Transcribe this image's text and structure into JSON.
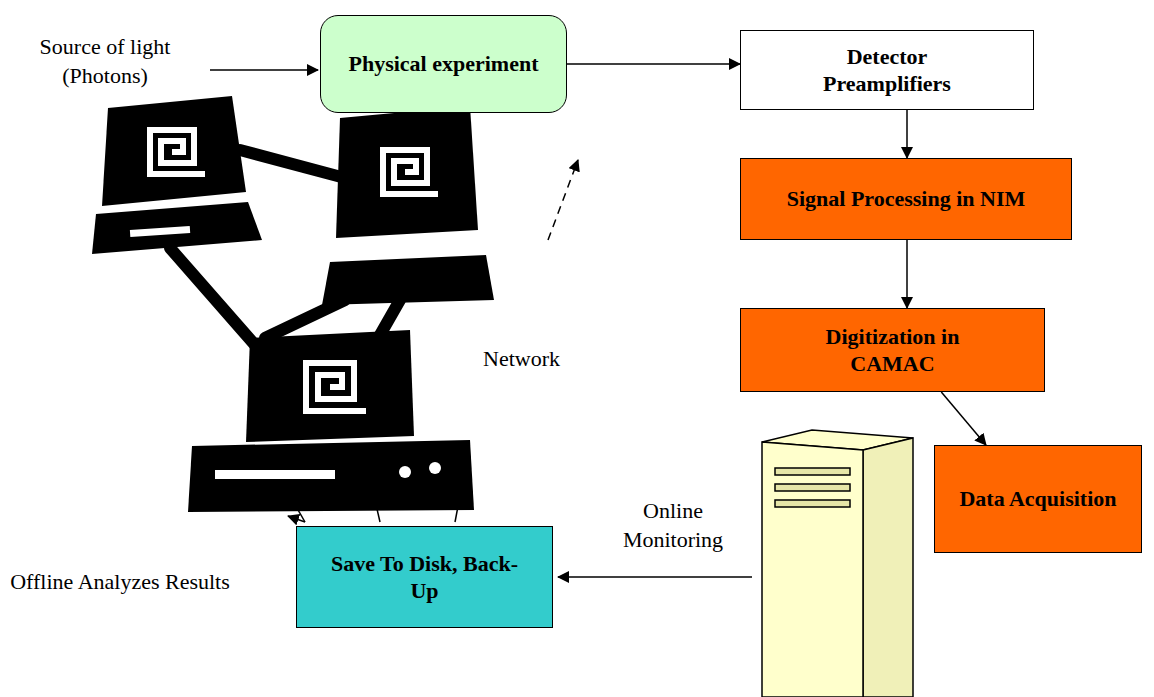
{
  "diagram": {
    "nodes": [
      {
        "text": [
          "Physical experiment"
        ]
      },
      {
        "text": [
          "Detector Preamplifiers"
        ]
      },
      {
        "text": [
          "Signal Processing in NIM"
        ]
      },
      {
        "text": [
          "Digitization in CAMAC"
        ]
      },
      {
        "text": [
          "Data Acquisition"
        ]
      },
      {
        "text": [
          "Save To Disk, Back-Up"
        ]
      }
    ],
    "edges": [
      {
        "from": 0,
        "to": 1,
        "arrow": "to"
      },
      {
        "from": 1,
        "to": 2,
        "arrow": "to"
      },
      {
        "from": 2,
        "to": 3,
        "arrow": "to"
      },
      {
        "from": 3,
        "to": 4,
        "arrow": "to"
      }
    ],
    "labels": [
      "Source of light (Photons)",
      "Network",
      "Online Monitoring",
      "Offline Analyzes Results"
    ]
  }
}
